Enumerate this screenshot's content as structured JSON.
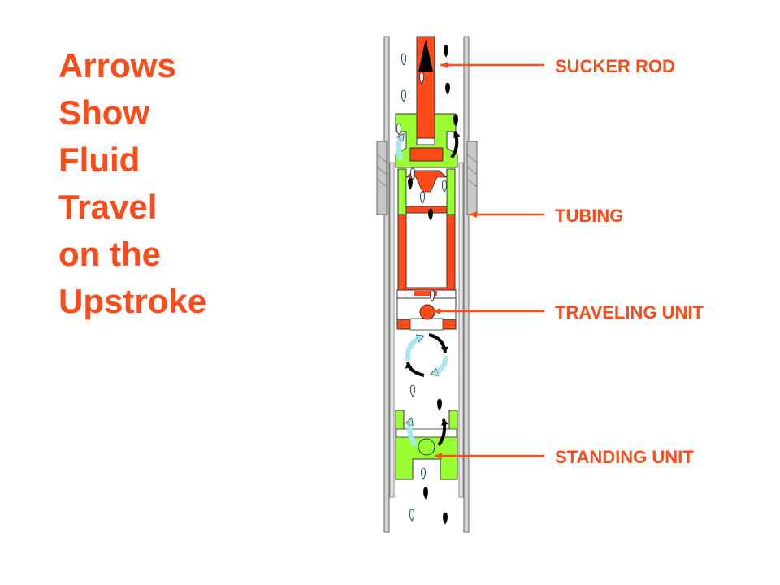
{
  "title_lines": [
    "Arrows",
    "Show",
    "Fluid",
    "Travel",
    "on the",
    "Upstroke"
  ],
  "labels": {
    "sucker_rod": "SUCKER ROD",
    "tubing": "TUBING",
    "traveling_unit": "TRAVELING UNIT",
    "standing_unit": "STANDING UNIT"
  },
  "colors": {
    "title": "#ff4a1a",
    "rod_red": "#ff4a1a",
    "pump_green": "#99ff33",
    "tubing_gray": "#c8c8c8",
    "droplet_light": "#dff4ff",
    "droplet_dark": "#000000",
    "flow_arrow_light": "#a8e6f0",
    "flow_arrow_dark": "#000000"
  },
  "icons": {
    "droplet": "fluid-droplet-icon",
    "flow_arrow": "curved-flow-arrow-icon",
    "rod_arrow": "upstroke-arrow-icon"
  }
}
